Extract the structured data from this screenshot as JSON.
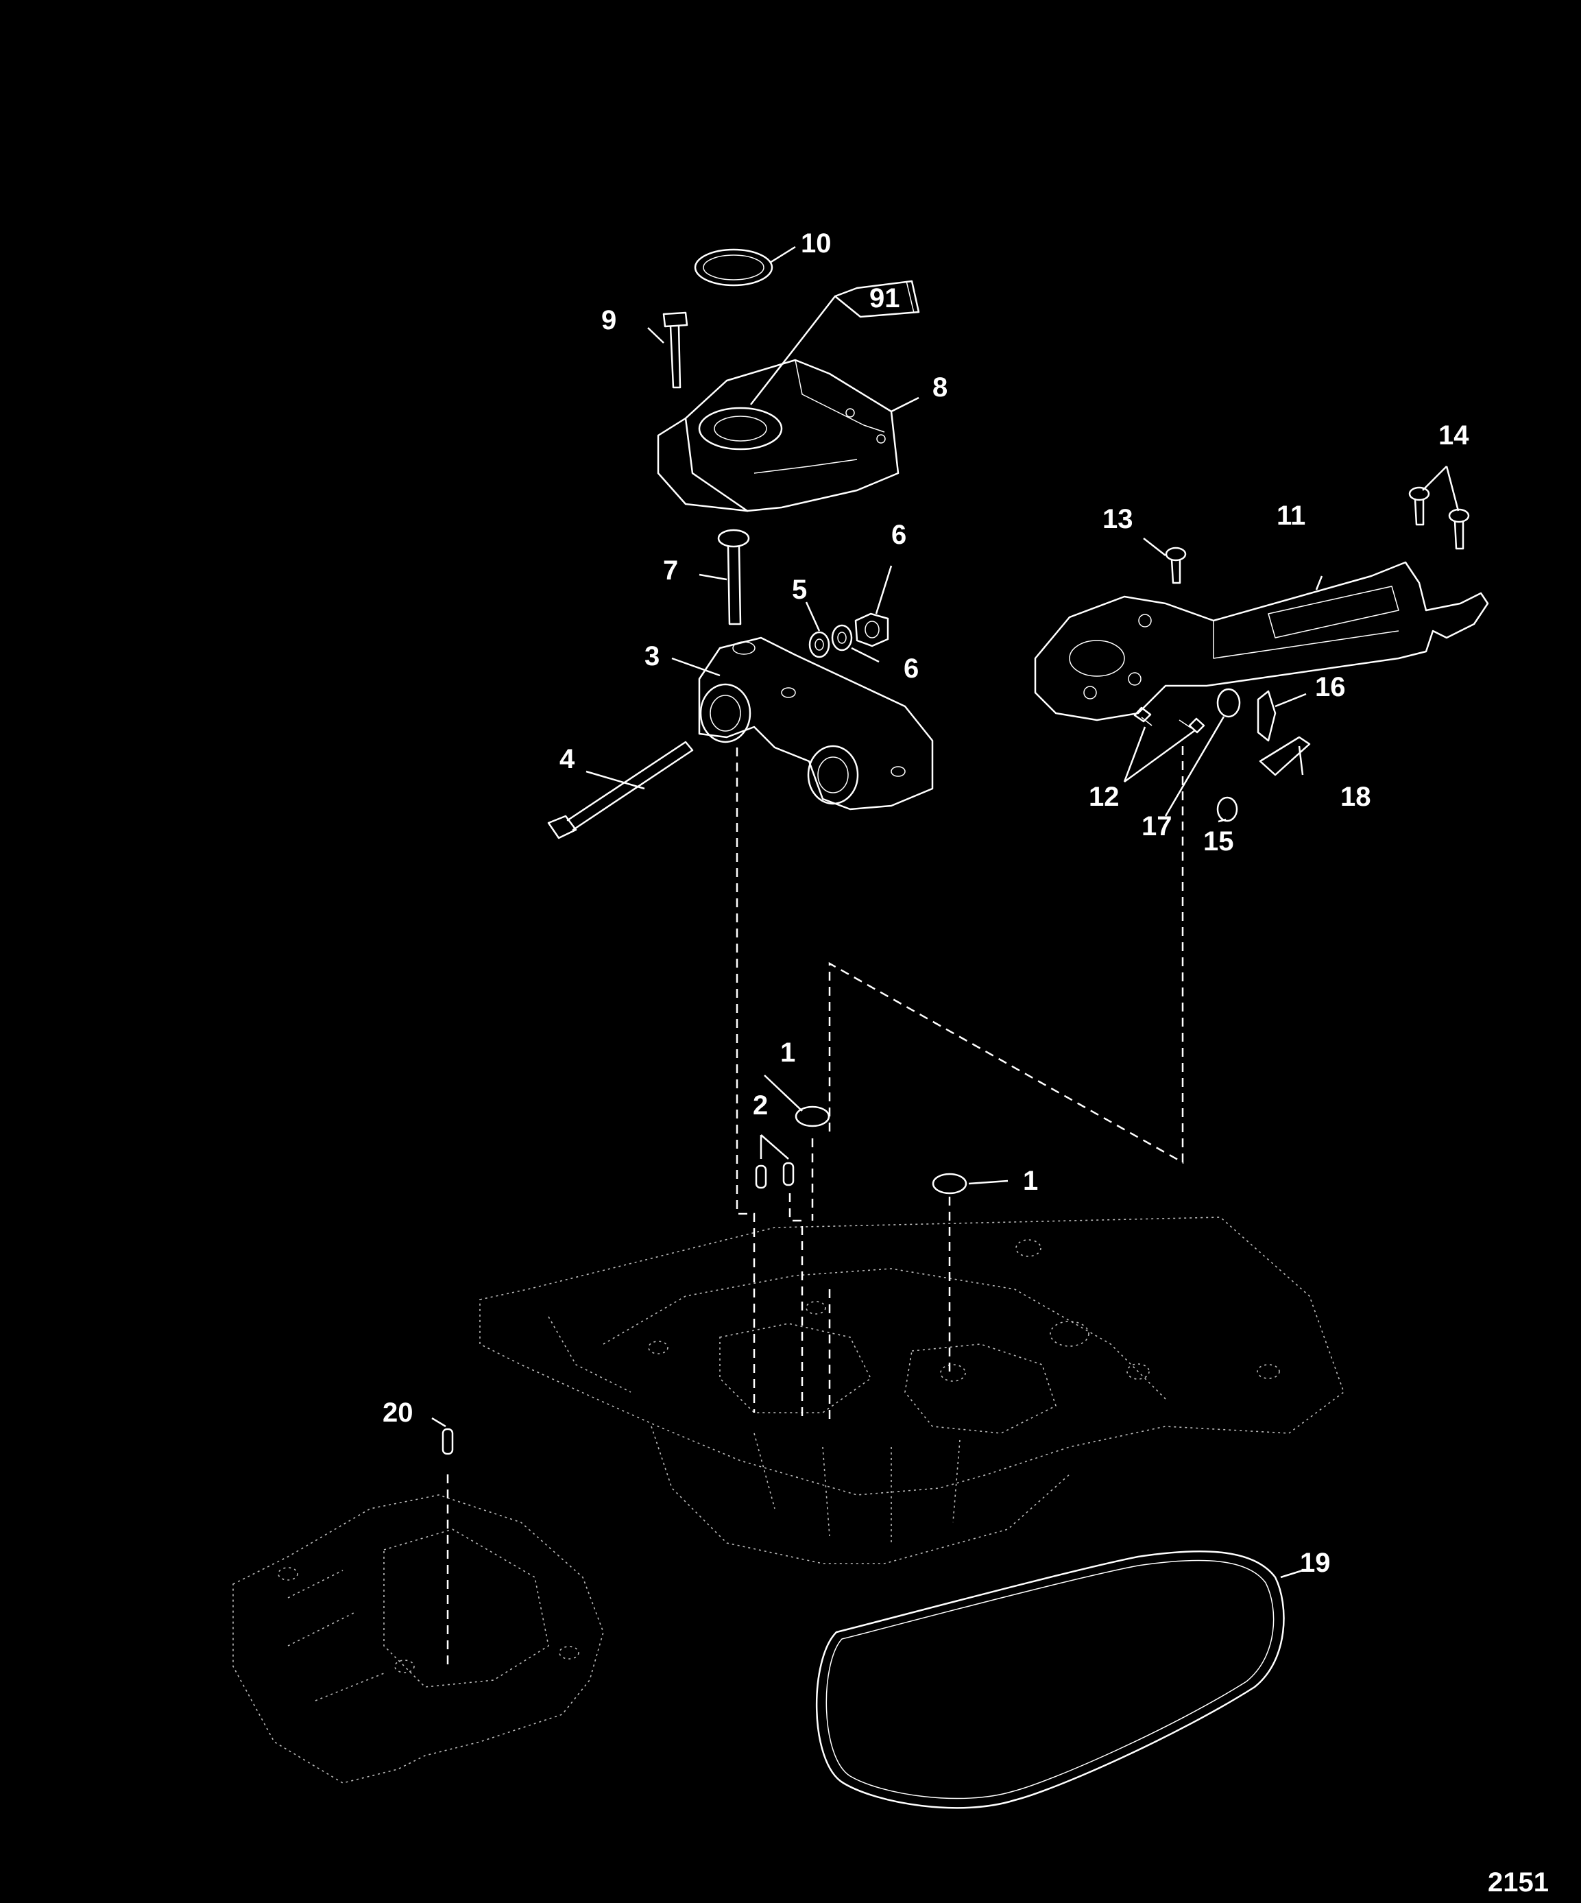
{
  "diagram": {
    "figure_number": "2151",
    "callouts": [
      "1",
      "1",
      "2",
      "3",
      "4",
      "5",
      "6",
      "7",
      "8",
      "9",
      "10",
      "11",
      "12",
      "13",
      "14",
      "14",
      "15",
      "16",
      "17",
      "18",
      "19",
      "20"
    ],
    "sealant_tube_label": "91"
  }
}
